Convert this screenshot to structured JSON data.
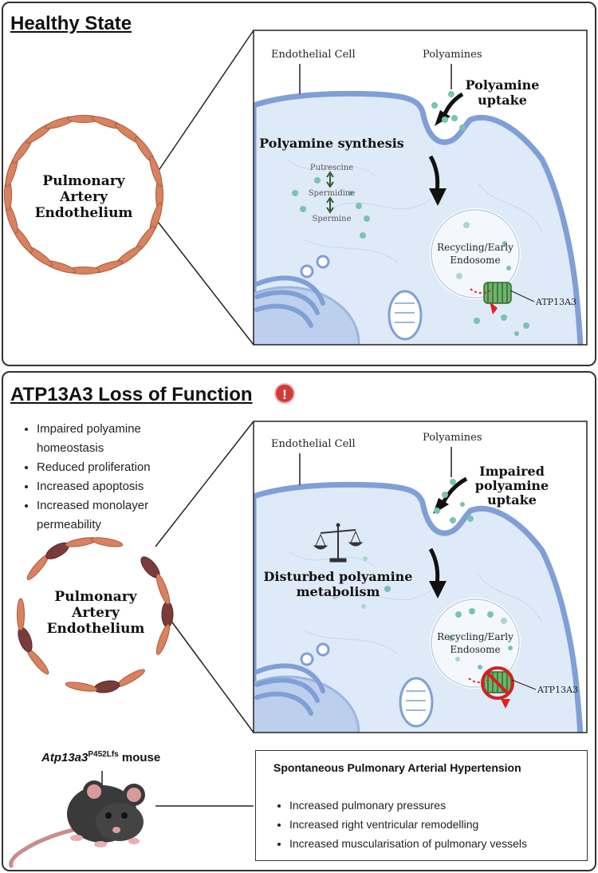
{
  "top_panel": {
    "title": "Healthy State",
    "circle_label": [
      "Pulmonary",
      "Artery",
      "Endothelium"
    ],
    "cell": {
      "cell_label": "Endothelial Cell",
      "polyamines_label": "Polyamines",
      "uptake_label": [
        "Polyamine",
        "uptake"
      ],
      "synthesis_label": "Polyamine synthesis",
      "pathway": [
        "Putrescine",
        "Spermidine",
        "Spermine"
      ],
      "endosome_label": [
        "Recycling/Early",
        "Endosome"
      ],
      "transporter_label": "ATP13A3"
    }
  },
  "bottom_panel": {
    "title": "ATP13A3 Loss of Function",
    "alert_symbol": "!",
    "effects": [
      "Impaired polyamine homeostasis",
      "Reduced proliferation",
      "Increased apoptosis",
      "Increased monolayer permeability"
    ],
    "circle_label": [
      "Pulmonary",
      "Artery",
      "Endothelium"
    ],
    "cell": {
      "cell_label": "Endothelial Cell",
      "polyamines_label": "Polyamines",
      "uptake_label": [
        "Impaired",
        "polyamine",
        "uptake"
      ],
      "metabolism_label": [
        "Disturbed polyamine",
        "metabolism"
      ],
      "endosome_label": [
        "Recycling/Early",
        "Endosome"
      ],
      "transporter_label": "ATP13A3"
    },
    "mouse": {
      "gene": "Atp13a3",
      "allele": "P452Lfs",
      "suffix": "mouse"
    },
    "phenotype": {
      "title": "Spontaneous Pulmonary Arterial Hypertension",
      "items": [
        "Increased pulmonary pressures",
        "Increased right ventricular remodelling",
        "Increased muscularisation of pulmonary vessels"
      ]
    }
  },
  "colors": {
    "cell_fill": "#dfeaf8",
    "membrane": "#7f9fd6",
    "polyamine": "#79c2b6",
    "arrow_red": "#e02020",
    "ring_cell": "#d9825f",
    "damaged_cell": "#7a3b3b",
    "alert": "#d23a3a"
  }
}
